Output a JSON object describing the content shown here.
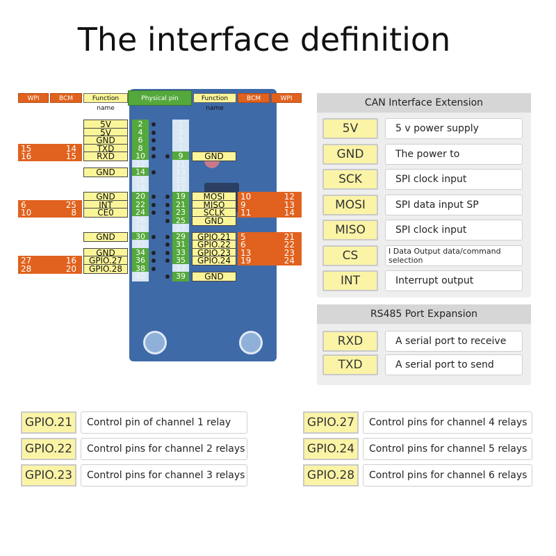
{
  "title": "The interface definition",
  "header_labels": {
    "wpi_left": "WPI",
    "bcm_left": "BCM",
    "function_left": "Function name",
    "physical": "Physical pin",
    "function_right": "Function name",
    "bcm_right": "BCM",
    "wpi_right": "WPI"
  },
  "pins_even": [
    {
      "pin": "2",
      "func": "5V"
    },
    {
      "pin": "4",
      "func": "5V"
    },
    {
      "pin": "6",
      "func": "GND"
    },
    {
      "pin": "8",
      "func": "TXD",
      "bcm": "14",
      "wpi": "15"
    },
    {
      "pin": "10",
      "func": "RXD",
      "bcm": "15",
      "wpi": "16"
    },
    {
      "pin": "12"
    },
    {
      "pin": "14",
      "func": "GND"
    },
    {
      "pin": "16"
    },
    {
      "pin": "18"
    },
    {
      "pin": "20",
      "func": "GND"
    },
    {
      "pin": "22",
      "func": "INT",
      "bcm": "25",
      "wpi": "6"
    },
    {
      "pin": "24",
      "func": "CE0",
      "bcm": "8",
      "wpi": "10"
    },
    {
      "pin": "26"
    },
    {
      "pin": "28"
    },
    {
      "pin": "30",
      "func": "GND"
    },
    {
      "pin": "32"
    },
    {
      "pin": "34",
      "func": "GND"
    },
    {
      "pin": "36",
      "func": "GPIO.27",
      "bcm": "16",
      "wpi": "27"
    },
    {
      "pin": "38",
      "func": "GPIO.28",
      "bcm": "20",
      "wpi": "28"
    },
    {
      "pin": "40"
    }
  ],
  "pins_odd": [
    {
      "pin": "1"
    },
    {
      "pin": "3"
    },
    {
      "pin": "5"
    },
    {
      "pin": "7"
    },
    {
      "pin": "9",
      "func": "GND"
    },
    {
      "pin": "11"
    },
    {
      "pin": "13"
    },
    {
      "pin": "15"
    },
    {
      "pin": "17"
    },
    {
      "pin": "19",
      "func": "MOSI",
      "bcm": "10",
      "wpi": "12"
    },
    {
      "pin": "21",
      "func": "MISO",
      "bcm": "9",
      "wpi": "13"
    },
    {
      "pin": "23",
      "func": "SCLK",
      "bcm": "11",
      "wpi": "14"
    },
    {
      "pin": "25",
      "func": "GND"
    },
    {
      "pin": "27"
    },
    {
      "pin": "29",
      "func": "GPIO.21",
      "bcm": "5",
      "wpi": "21"
    },
    {
      "pin": "31",
      "func": "GPIO.22",
      "bcm": "6",
      "wpi": "22"
    },
    {
      "pin": "33",
      "func": "GPIO.23",
      "bcm": "13",
      "wpi": "23"
    },
    {
      "pin": "35",
      "func": "GPIO.24",
      "bcm": "19",
      "wpi": "24"
    },
    {
      "pin": "37"
    },
    {
      "pin": "39",
      "func": "GND"
    }
  ],
  "can_panel": {
    "title": "CAN Interface Extension",
    "rows": [
      {
        "name": "5V",
        "desc": "5 v power supply"
      },
      {
        "name": "GND",
        "desc": "The power to"
      },
      {
        "name": "SCK",
        "desc": "SPI clock input"
      },
      {
        "name": "MOSI",
        "desc": "SPI data input SP"
      },
      {
        "name": "MISO",
        "desc": "SPI clock input"
      },
      {
        "name": "CS",
        "desc": "I Data Output data/command selection"
      },
      {
        "name": "INT",
        "desc": "Interrupt output"
      }
    ]
  },
  "rs485_panel": {
    "title": "RS485 Port Expansion",
    "rows": [
      {
        "name": "RXD",
        "desc": "A serial port to receive"
      },
      {
        "name": "TXD",
        "desc": "A serial port to send"
      }
    ]
  },
  "gpio_legend": [
    {
      "name": "GPIO.21",
      "desc": "Control pin of channel 1 relay"
    },
    {
      "name": "GPIO.22",
      "desc": "Control pins for channel 2 relays"
    },
    {
      "name": "GPIO.23",
      "desc": "Control pins for channel 3 relays"
    },
    {
      "name": "GPIO.27",
      "desc": "Control pins for channel 4 relays"
    },
    {
      "name": "GPIO.24",
      "desc": "Control pins for channel 5 relays"
    },
    {
      "name": "GPIO.28",
      "desc": "Control pins for channel 6 relays"
    }
  ]
}
